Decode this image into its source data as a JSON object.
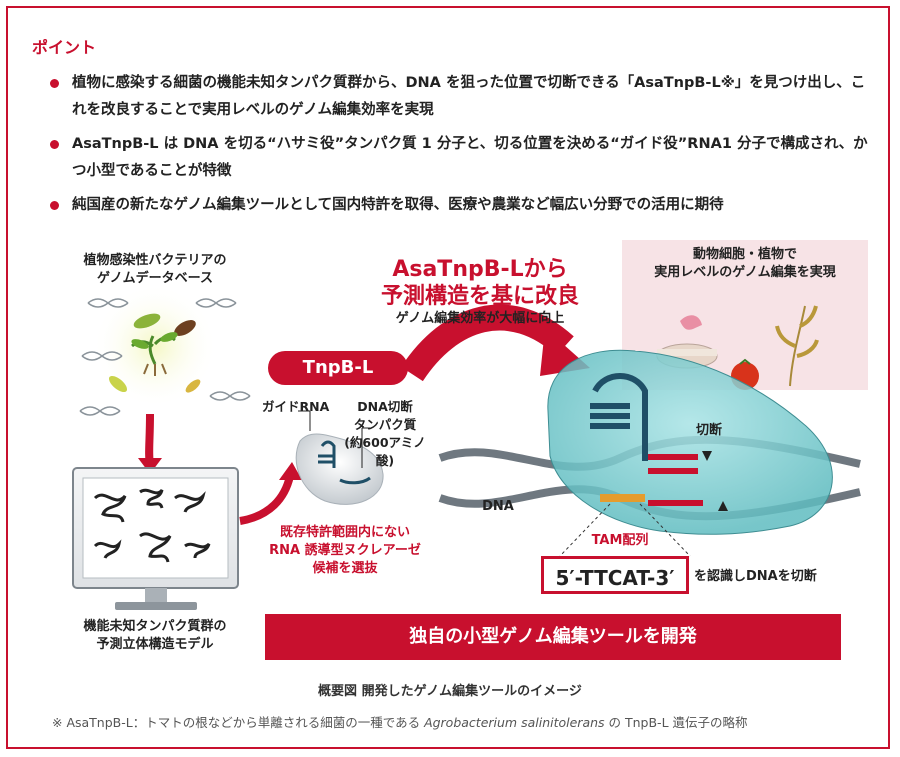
{
  "header": {
    "title": "ポイント"
  },
  "points": [
    "植物に感染する細菌の機能未知タンパク質群から、DNA を狙った位置で切断できる「AsaTnpB-L※」を見つけ出し、これを改良することで実用レベルのゲノム編集効率を実現",
    "AsaTnpB-L は DNA を切る“ハサミ役”タンパク質 1 分子と、切る位置を決める“ガイド役”RNA1 分子で構成され、かつ小型であることが特徴",
    "純国産の新たなゲノム編集ツールとして国内特許を取得、医療や農業など幅広い分野での活用に期待"
  ],
  "diagram": {
    "database_label": "植物感染性バクテリアの\nゲノムデータベース",
    "monitor_label": "機能未知タンパク質群の\n予測立体構造モデル",
    "tnpb_pill": "TnpB-L",
    "guide_rna_label": "ガイドRNA",
    "protein_label": "DNA切断\nタンパク質\n(約600アミノ酸)",
    "selection_label": "既存特許範囲内にない\nRNA 誘導型ヌクレアーゼ\n候補を選抜",
    "improve_title": "AsaTnpB-Lから\n予測構造を基に改良",
    "improve_sub": "ゲノム編集効率が大幅に向上",
    "cells_label": "動物細胞・植物で\n実用レベルのゲノム編集を実現",
    "cut_label": "切断",
    "dna_label": "DNA",
    "tam_label": "TAM配列",
    "tam_sequence": "5′-TTCAT-3′",
    "tam_suffix": "を認識しDNAを切断",
    "banner": "独自の小型ゲノム編集ツールを開発"
  },
  "caption": "概要図 開発したゲノム編集ツールのイメージ",
  "footnote": {
    "prefix": "※ AsaTnpB-L：トマトの根などから単離される細菌の一種である ",
    "species": "Agrobacterium salinitolerans",
    "suffix": " の TnpB-L 遺伝子の略称"
  },
  "colors": {
    "accent": "#c8102e",
    "protein": "#7fcfd1",
    "pink_panel": "#f7e3e6"
  }
}
